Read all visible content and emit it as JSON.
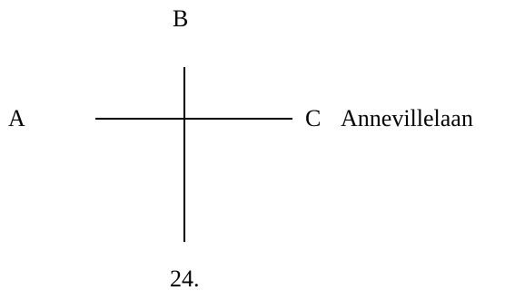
{
  "diagram": {
    "labels": {
      "top": "B",
      "left": "A",
      "right": "C",
      "street": "Annevillelaan",
      "number": "24."
    },
    "colors": {
      "line": "#000000",
      "text": "#000000",
      "background": "#ffffff"
    }
  }
}
